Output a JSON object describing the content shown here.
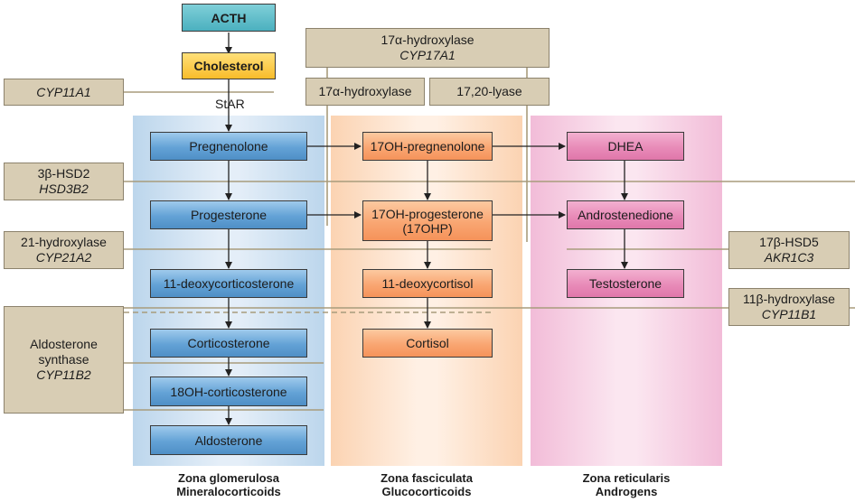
{
  "top": {
    "acth": "ACTH",
    "cholesterol": "Cholesterol",
    "star": "StAR"
  },
  "enzymes": {
    "cyp11a1": {
      "name": "CYP11A1"
    },
    "cyp17a1": {
      "name": "17α-hydroxylase",
      "gene": "CYP17A1"
    },
    "hydroxylase17": {
      "name": "17α-hydroxylase"
    },
    "lyase1720": {
      "name": "17,20-lyase"
    },
    "hsd3b2": {
      "name": "3β-HSD2",
      "gene": "HSD3B2"
    },
    "cyp21a2": {
      "name": "21-hydroxylase",
      "gene": "CYP21A2"
    },
    "cyp11b2": {
      "name_line1": "Aldosterone",
      "name_line2": "synthase",
      "gene": "CYP11B2"
    },
    "akr1c3": {
      "name": "17β-HSD5",
      "gene": "AKR1C3"
    },
    "cyp11b1": {
      "name": "11β-hydroxylase",
      "gene": "CYP11B1"
    }
  },
  "glomerulosa": {
    "pregnenolone": "Pregnenolone",
    "progesterone": "Progesterone",
    "doc": "11-deoxycorticosterone",
    "corticosterone": "Corticosterone",
    "oh18": "18OH-corticosterone",
    "aldosterone": "Aldosterone"
  },
  "fasciculata": {
    "oh17preg": "17OH-pregnenolone",
    "oh17prog_line1": "17OH-progesterone",
    "oh17prog_line2": "(17OHP)",
    "deoxycortisol": "11-deoxycortisol",
    "cortisol": "Cortisol"
  },
  "reticularis": {
    "dhea": "DHEA",
    "androstenedione": "Androstenedione",
    "testosterone": "Testosterone"
  },
  "zones": [
    {
      "name": "Zona glomerulosa",
      "product": "Mineralocorticoids"
    },
    {
      "name": "Zona fasciculata",
      "product": "Glucocorticoids"
    },
    {
      "name": "Zona reticularis",
      "product": "Androgens"
    }
  ]
}
